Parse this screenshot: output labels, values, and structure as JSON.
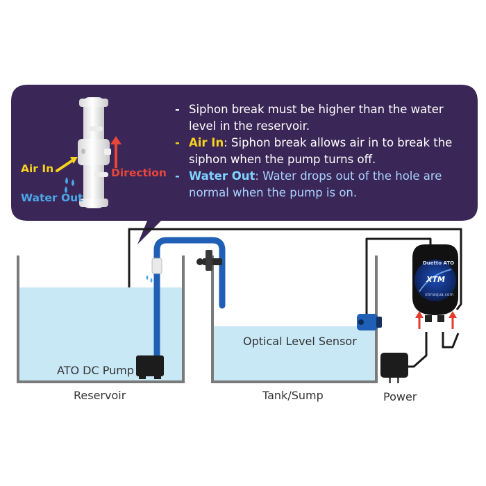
{
  "callout": {
    "background": "#3b2757",
    "bullets": [
      {
        "dash": "-",
        "text": "Siphon break must be higher than the water level in the reservoir."
      },
      {
        "dash": "-",
        "keyword": "Air In",
        "text": ": Siphon break allows air in to break the siphon when the pump turns off."
      },
      {
        "dash": "-",
        "keyword": "Water Out",
        "text": ": Water drops out of the hole are normal when the pump is on."
      }
    ],
    "labels": {
      "air_in": "Air In",
      "direction": "Direction",
      "water_out": "Water Out"
    },
    "colors": {
      "air_in": "#f7d21e",
      "direction": "#e8463a",
      "water_out": "#4aa8e8"
    }
  },
  "diagram": {
    "reservoir_label": "Reservoir",
    "pump_label": "ATO DC Pump",
    "tank_label": "Tank/Sump",
    "sensor_label": "Optical Level Sensor",
    "power_label": "Power",
    "controller": {
      "name": "Duetto ATO",
      "logo": "XTM",
      "url": "xtmaqua.com"
    },
    "colors": {
      "water": "#c9e8f6",
      "hose": "#1f5fb5",
      "cable": "#1a1a1a",
      "arrow": "#e23b2e"
    }
  }
}
